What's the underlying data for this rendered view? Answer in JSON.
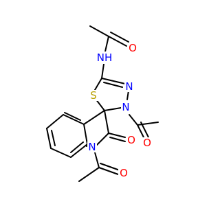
{
  "molecule": {
    "atoms": [
      {
        "id": "O_amide",
        "label": "O",
        "color": "#ff0000"
      },
      {
        "id": "N_amide",
        "label": "NH",
        "color": "#0000ff"
      },
      {
        "id": "N3",
        "label": "N",
        "color": "#0000ff"
      },
      {
        "id": "S",
        "label": "S",
        "color": "#b8a000"
      },
      {
        "id": "N4",
        "label": "N",
        "color": "#0000ff"
      },
      {
        "id": "O_acetyl4",
        "label": "O",
        "color": "#ff0000"
      },
      {
        "id": "O_lactam",
        "label": "O",
        "color": "#ff0000"
      },
      {
        "id": "N1",
        "label": "N",
        "color": "#0000ff"
      },
      {
        "id": "O_acetyl1",
        "label": "O",
        "color": "#ff0000"
      }
    ]
  }
}
